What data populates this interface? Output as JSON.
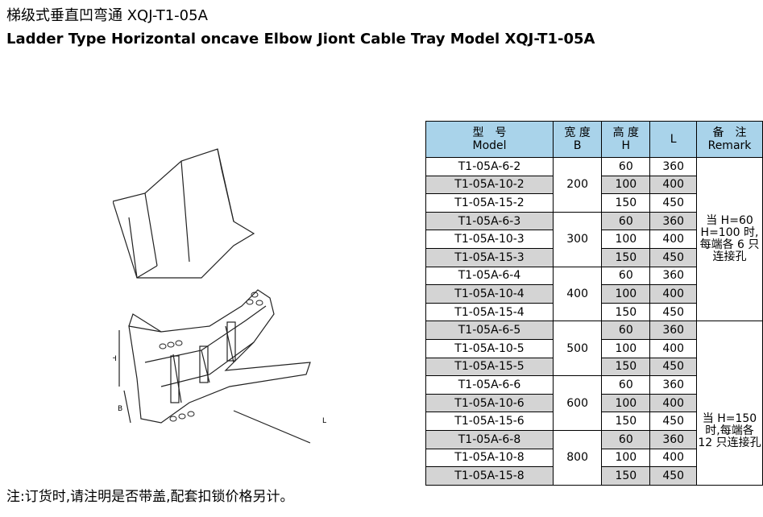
{
  "title_cn": "梯级式垂直凹弯通 XQJ-T1-05A",
  "title_en": "Ladder Type Horizontal oncave Elbow Jiont Cable Tray Model XQJ-T1-05A",
  "note": "注:订货时,请注明是否带盖,配套扣锁价格另计。",
  "figure_labels": {
    "h": "H",
    "b": "B",
    "l": "L"
  },
  "table": {
    "headers": {
      "model_cn": "型　号",
      "model_en": "Model",
      "b_cn": "宽 度",
      "b_en": "B",
      "h_cn": "高 度",
      "h_en": "H",
      "l": "L",
      "remark_cn": "备　注",
      "remark_en": "Remark"
    },
    "groups": [
      {
        "b": "200",
        "rows": [
          {
            "model": "T1-05A-6-2",
            "h": "60",
            "l": "360",
            "shade": false
          },
          {
            "model": "T1-05A-10-2",
            "h": "100",
            "l": "400",
            "shade": true
          },
          {
            "model": "T1-05A-15-2",
            "h": "150",
            "l": "450",
            "shade": false
          }
        ]
      },
      {
        "b": "300",
        "rows": [
          {
            "model": "T1-05A-6-3",
            "h": "60",
            "l": "360",
            "shade": true
          },
          {
            "model": "T1-05A-10-3",
            "h": "100",
            "l": "400",
            "shade": false
          },
          {
            "model": "T1-05A-15-3",
            "h": "150",
            "l": "450",
            "shade": true
          }
        ]
      },
      {
        "b": "400",
        "rows": [
          {
            "model": "T1-05A-6-4",
            "h": "60",
            "l": "360",
            "shade": false
          },
          {
            "model": "T1-05A-10-4",
            "h": "100",
            "l": "400",
            "shade": true
          },
          {
            "model": "T1-05A-15-4",
            "h": "150",
            "l": "450",
            "shade": false
          }
        ]
      },
      {
        "b": "500",
        "rows": [
          {
            "model": "T1-05A-6-5",
            "h": "60",
            "l": "360",
            "shade": true
          },
          {
            "model": "T1-05A-10-5",
            "h": "100",
            "l": "400",
            "shade": false
          },
          {
            "model": "T1-05A-15-5",
            "h": "150",
            "l": "450",
            "shade": true
          }
        ]
      },
      {
        "b": "600",
        "rows": [
          {
            "model": "T1-05A-6-6",
            "h": "60",
            "l": "360",
            "shade": false
          },
          {
            "model": "T1-05A-10-6",
            "h": "100",
            "l": "400",
            "shade": true
          },
          {
            "model": "T1-05A-15-6",
            "h": "150",
            "l": "450",
            "shade": false
          }
        ]
      },
      {
        "b": "800",
        "rows": [
          {
            "model": "T1-05A-6-8",
            "h": "60",
            "l": "360",
            "shade": true
          },
          {
            "model": "T1-05A-10-8",
            "h": "100",
            "l": "400",
            "shade": false
          },
          {
            "model": "T1-05A-15-8",
            "h": "150",
            "l": "450",
            "shade": true
          }
        ]
      }
    ],
    "remarks": [
      {
        "lines": [
          "当 H=60",
          "H=100 时,",
          "每端各 6 只",
          "连接孔"
        ]
      },
      {
        "lines": [
          "当 H=150",
          "时,每端各",
          "12 只连接孔"
        ]
      }
    ],
    "colors": {
      "header_bg": "#a9d3ea",
      "shade_bg": "#d4d4d4"
    }
  }
}
